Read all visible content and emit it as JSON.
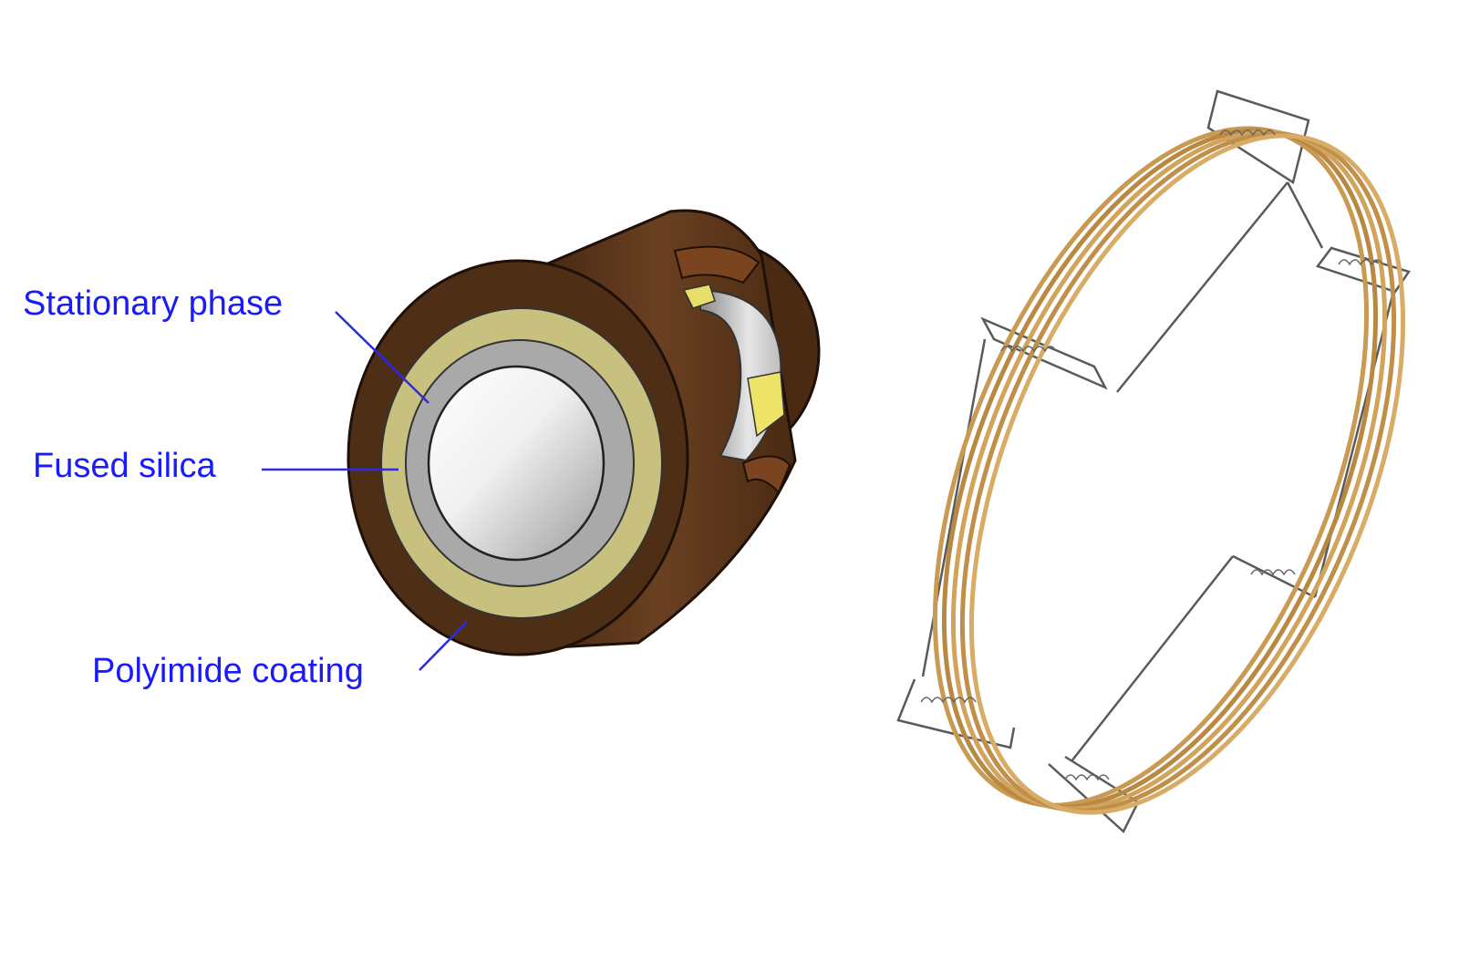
{
  "labels": {
    "stationary_phase": "Stationary phase",
    "fused_silica": "Fused silica",
    "polyimide_coating": "Polyimide coating"
  },
  "colors": {
    "label_text": "#1a1aff",
    "leader_line": "#2b2be0",
    "polyimide_brown": "#5a3418",
    "polyimide_dark": "#3a200e",
    "stationary_phase_yellow": "#c9c17a",
    "fused_silica_grey": "#a8a8a8",
    "column_wire_gold": "#c99a52",
    "wire_cage": "#555555"
  }
}
